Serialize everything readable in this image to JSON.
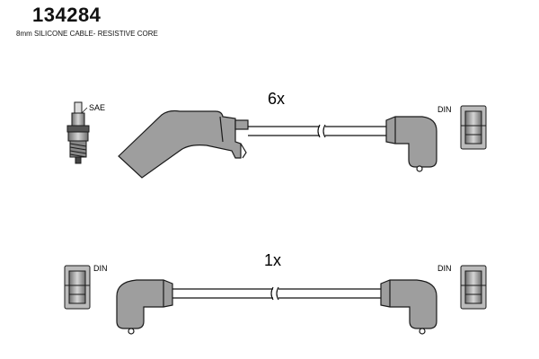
{
  "header": {
    "part_number": "134284",
    "description": "8mm SILICONE CABLE- RESISTIVE CORE"
  },
  "diagram": {
    "top_set": {
      "quantity": "6x",
      "left_label": "SAE",
      "right_label": "DIN"
    },
    "bottom_set": {
      "quantity": "1x",
      "left_label": "DIN",
      "right_label": "DIN"
    }
  },
  "colors": {
    "boot_fill": "#9e9e9e",
    "boot_stroke": "#1a1a1a",
    "cable": "#111111"
  }
}
